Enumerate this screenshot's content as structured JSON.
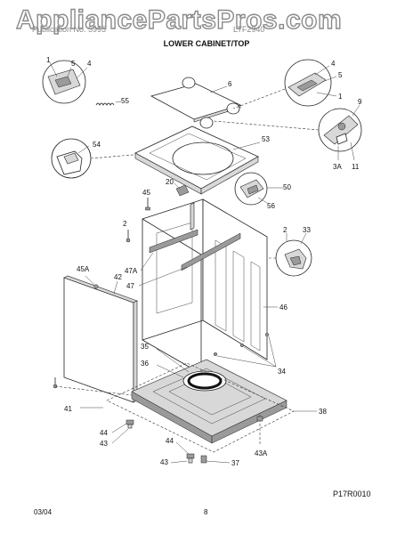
{
  "watermark": "AppliancePartsPros.com",
  "header": {
    "left_text": "Publication No. 5995",
    "right_text": "LTF2940",
    "section_title": "LOWER CABINET/TOP"
  },
  "footer": {
    "figure_code": "P17R0010",
    "date": "03/04",
    "page_number": "8"
  },
  "part_labels": {
    "l1a": "1",
    "l5a": "5",
    "l4a": "4",
    "l6": "6",
    "l55": "55",
    "l4b": "4",
    "l5b": "5",
    "l1b": "1",
    "l9": "9",
    "l3a": "3A",
    "l11": "11",
    "l54": "54",
    "l53": "53",
    "l20": "20",
    "l50": "50",
    "l56": "56",
    "l45": "45",
    "l2a": "2",
    "l2b": "2",
    "l33": "33",
    "l47a": "47A",
    "l47": "47",
    "l45a": "45A",
    "l42": "42",
    "l46": "46",
    "l35": "35",
    "l36": "36",
    "l34": "34",
    "l41": "41",
    "l38": "38",
    "l44a": "44",
    "l43a": "43",
    "l44b": "44",
    "l43b": "43",
    "l37": "37",
    "l43c": "43A"
  }
}
